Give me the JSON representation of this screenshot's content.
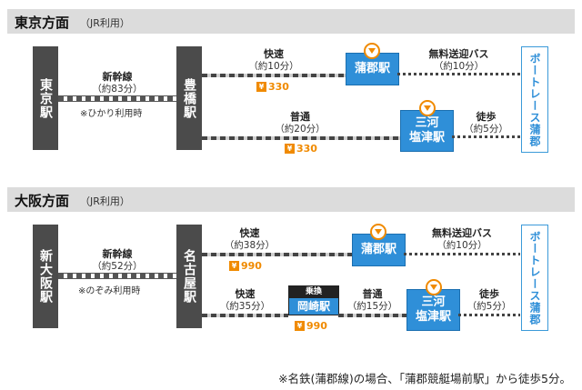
{
  "tokyo": {
    "header_title": "東京方面",
    "header_sub": "（JR利用）",
    "origin": "東京駅",
    "shinkansen": {
      "label": "新幹線",
      "time": "（約83分）",
      "note": "※ひかり利用時"
    },
    "hub": "豊橋駅",
    "rapid": {
      "label": "快速",
      "time": "（約10分）",
      "fare": "330"
    },
    "local": {
      "label": "普通",
      "time": "（約20分）",
      "fare": "330"
    },
    "gamagori": "蒲郡駅",
    "miya_l1": "三河",
    "miya_l2": "塩津駅",
    "bus": {
      "label": "無料送迎バス",
      "time": "（約10分）"
    },
    "walk": {
      "label": "徒歩",
      "time": "（約5分）"
    },
    "dest": "ボートレース蒲郡"
  },
  "osaka": {
    "header_title": "大阪方面",
    "header_sub": "（JR利用）",
    "origin": "新大阪駅",
    "shinkansen": {
      "label": "新幹線",
      "time": "（約52分）",
      "note": "※のぞみ利用時"
    },
    "hub": "名古屋駅",
    "rapid": {
      "label": "快速",
      "time": "（約38分）",
      "fare": "990"
    },
    "rapid2": {
      "label": "快速",
      "time": "（約35分）"
    },
    "transfer_label": "乗換",
    "okazaki": "岡崎駅",
    "local": {
      "label": "普通",
      "time": "（約15分）"
    },
    "fare2": "990",
    "gamagori": "蒲郡駅",
    "miya_l1": "三河",
    "miya_l2": "塩津駅",
    "bus": {
      "label": "無料送迎バス",
      "time": "（約10分）"
    },
    "walk": {
      "label": "徒歩",
      "time": "（約5分）"
    },
    "dest": "ボートレース蒲郡"
  },
  "yen_symbol": "¥",
  "footer_note": "※名鉄(蒲郡線)の場合、「蒲郡競艇場前駅」から徒歩5分。",
  "colors": {
    "accent_blue": "#2f8fd8",
    "fare_orange": "#f08a00",
    "station_gray": "#4b4b4b"
  }
}
